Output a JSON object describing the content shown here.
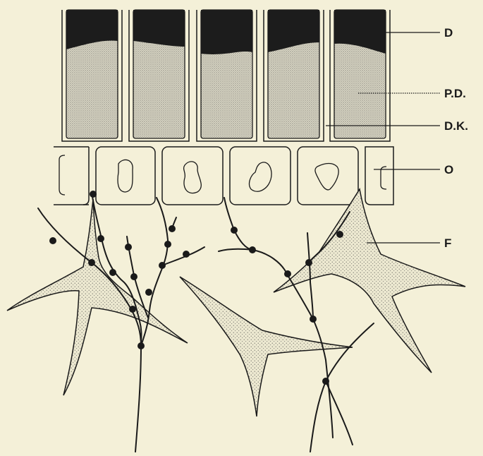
{
  "labels": {
    "d": "D",
    "pd": "P.D.",
    "dk": "D.K.",
    "o": "O",
    "f": "F"
  },
  "colors": {
    "background": "#f4f0d8",
    "ink": "#1a1a1a",
    "dark_layer": "#1c1c1c",
    "stippled_fill": "#d6d2c0"
  }
}
